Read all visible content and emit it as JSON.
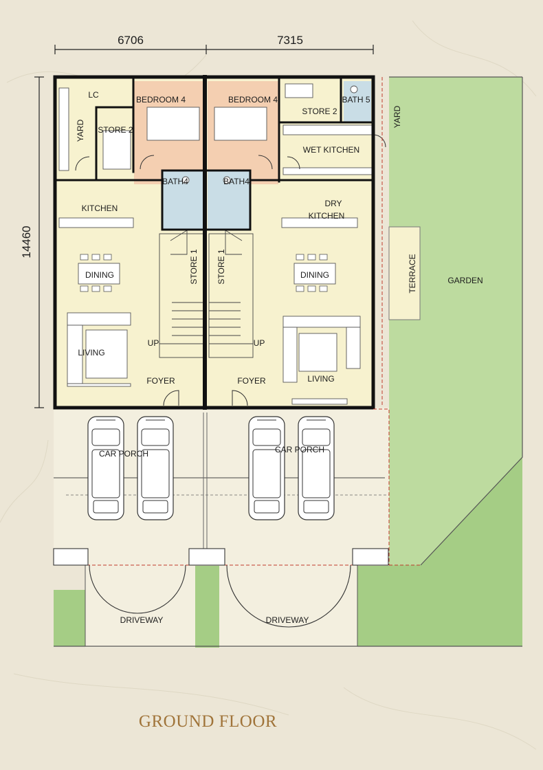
{
  "dimensions": {
    "width_left": "6706",
    "width_right": "7315",
    "depth": "14460"
  },
  "rooms": {
    "yard_left": "YARD",
    "store2_left": "STORE 2",
    "bedroom4_left": "BEDROOM 4",
    "bedroom4_right": "BEDROOM 4",
    "store2_right": "STORE 2",
    "bath5": "BATH 5",
    "yard_right": "YARD",
    "wet_kitchen": "WET KITCHEN",
    "bath4_left": "BATH4",
    "bath4_right": "BATH4",
    "kitchen": "KITCHEN",
    "dry_kitchen_1": "DRY",
    "dry_kitchen_2": "KITCHEN",
    "dining_left": "DINING",
    "dining_right": "DINING",
    "store1_left": "STORE 1",
    "store1_right": "STORE 1",
    "terrace": "TERRACE",
    "garden": "GARDEN",
    "living_left": "LIVING",
    "living_right": "LIVING",
    "foyer_left": "FOYER",
    "foyer_right": "FOYER",
    "up_left": "UP",
    "up_right": "UP",
    "car_porch_left": "CAR PORCH",
    "car_porch_right": "CAR PORCH",
    "driveway_left": "DRIVEWAY",
    "driveway_right": "DRIVEWAY",
    "lc": "LC"
  },
  "title": "GROUND FLOOR",
  "colors": {
    "background": "#ece6d6",
    "floor": "#f7f2cf",
    "bedroom": "#f4cfb1",
    "bath": "#c9dde6",
    "garden": "#b9d99a",
    "garden_dark": "#9cc97c",
    "wall": "#111111",
    "title": "#a0743a"
  }
}
